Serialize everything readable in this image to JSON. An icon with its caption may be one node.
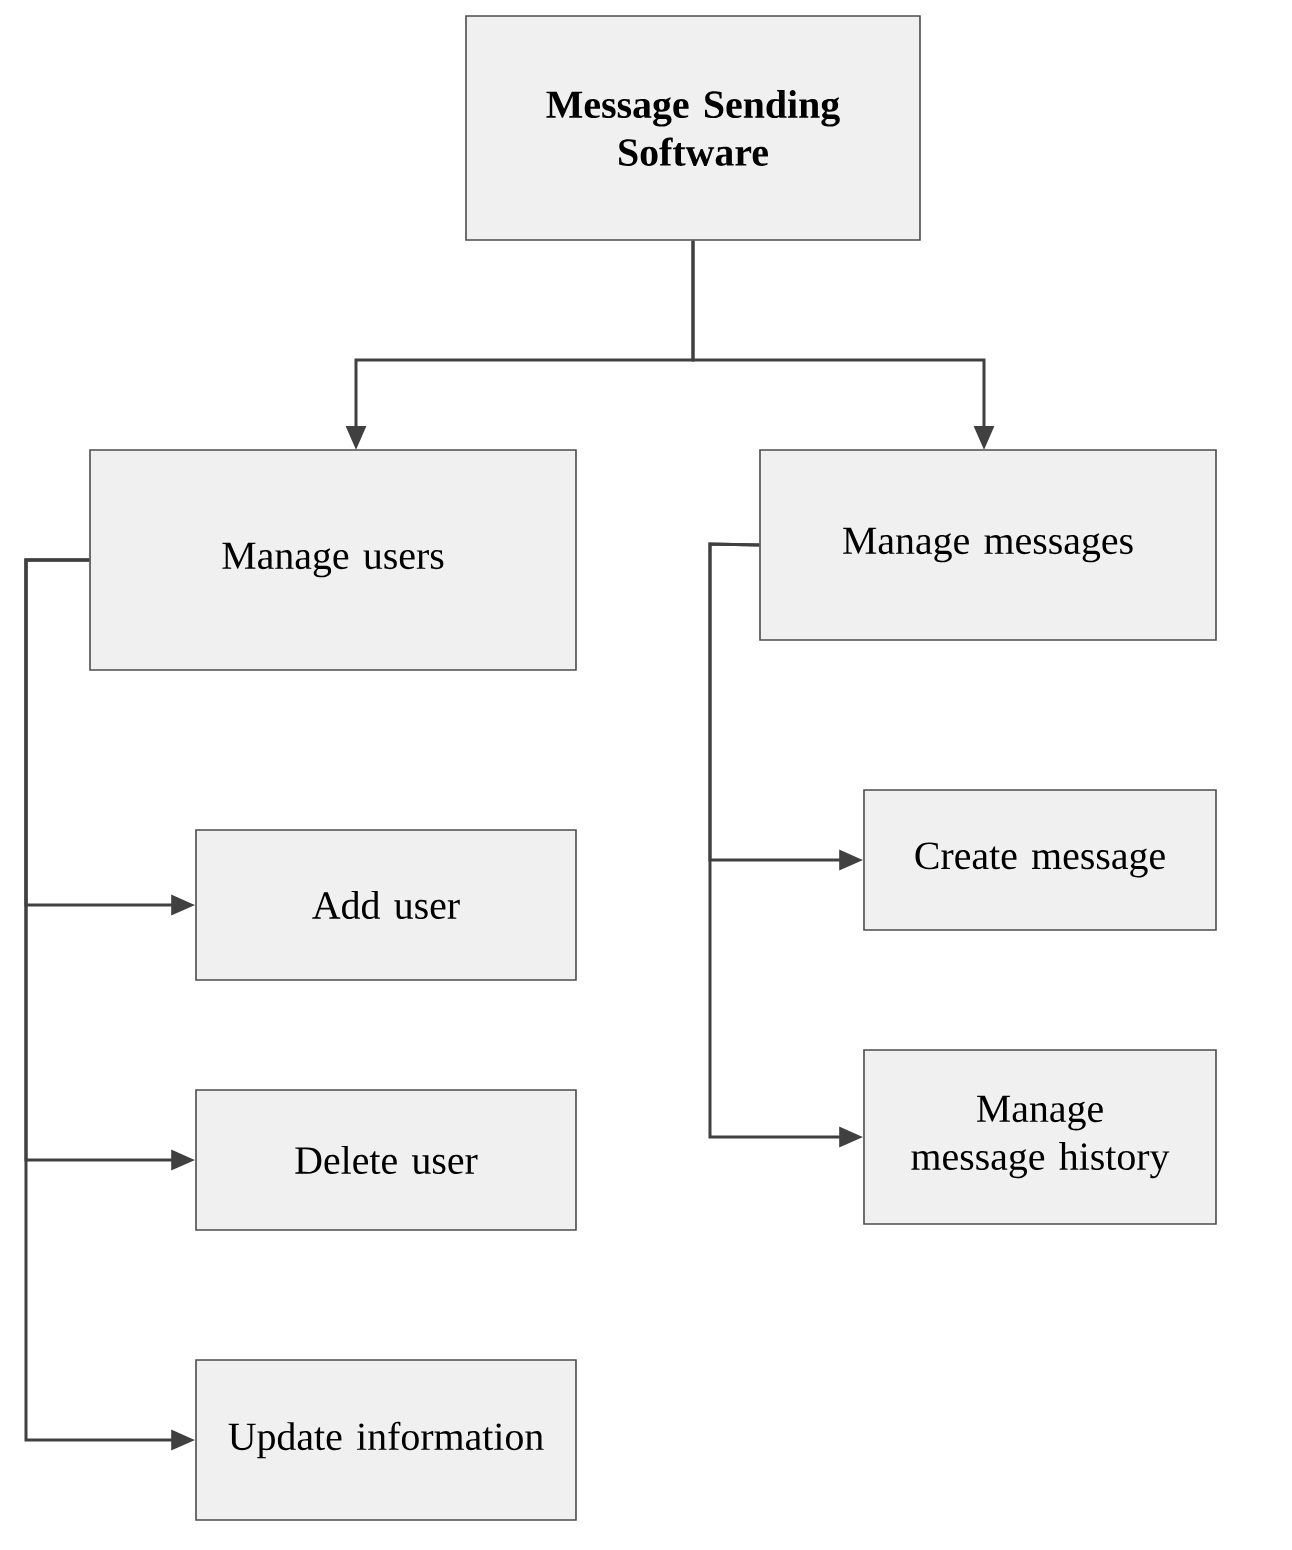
{
  "diagram": {
    "nodes": [
      {
        "text": [
          "Message Sending Software"
        ]
      },
      {
        "text": [
          "Manage users"
        ]
      },
      {
        "text": [
          "Manage messages"
        ]
      },
      {
        "text": [
          "Add user"
        ]
      },
      {
        "text": [
          "Delete user"
        ]
      },
      {
        "text": [
          "Update information"
        ]
      },
      {
        "text": [
          "Create message"
        ]
      },
      {
        "text": [
          "Manage message history"
        ]
      }
    ],
    "edges": [
      {
        "from": 0,
        "to": 1,
        "arrow": "to"
      },
      {
        "from": 0,
        "to": 2,
        "arrow": "to"
      },
      {
        "from": 1,
        "to": 3,
        "arrow": "to"
      },
      {
        "from": 1,
        "to": 4,
        "arrow": "to"
      },
      {
        "from": 1,
        "to": 5,
        "arrow": "to"
      },
      {
        "from": 2,
        "to": 6,
        "arrow": "to"
      },
      {
        "from": 2,
        "to": 7,
        "arrow": "to"
      }
    ]
  }
}
